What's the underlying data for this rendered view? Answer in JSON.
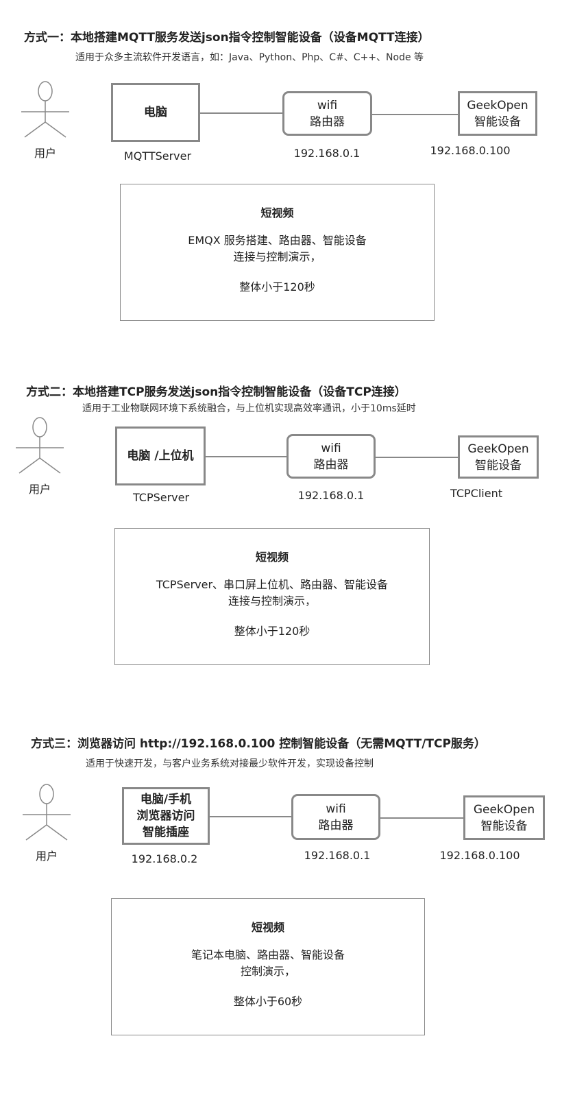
{
  "sections": [
    {
      "title": "方式一：本地搭建MQTT服务发送json指令控制智能设备（设备MQTT连接）",
      "subtitle": "适用于众多主流软件开发语言，如：Java、Python、Php、C#、C++、Node 等",
      "user": "用户",
      "computer": [
        "电脑"
      ],
      "router": [
        "wifi",
        "路由器"
      ],
      "device": [
        "GeekOpen",
        "智能设备"
      ],
      "computer_label": "MQTTServer",
      "router_label": "192.168.0.1",
      "device_label": "192.168.0.100",
      "video": {
        "title": "短视频",
        "lines": [
          "EMQX 服务搭建、路由器、智能设备",
          "连接与控制演示，"
        ],
        "duration": "整体小于120秒"
      }
    },
    {
      "title": "方式二：本地搭建TCP服务发送json指令控制智能设备（设备TCP连接）",
      "subtitle": "适用于工业物联网环境下系统融合，与上位机实现高效率通讯，小于10ms延时",
      "user": "用户",
      "computer": [
        "电脑 /上位机"
      ],
      "router": [
        "wifi",
        "路由器"
      ],
      "device": [
        "GeekOpen",
        "智能设备"
      ],
      "computer_label": "TCPServer",
      "router_label": "192.168.0.1",
      "device_label": "TCPClient",
      "video": {
        "title": "短视频",
        "lines": [
          "TCPServer、串口屏上位机、路由器、智能设备",
          "连接与控制演示，"
        ],
        "duration": "整体小于120秒"
      }
    },
    {
      "title": "方式三：浏览器访问 http://192.168.0.100  控制智能设备（无需MQTT/TCP服务）",
      "subtitle": "适用于快速开发，与客户业务系统对接最少软件开发，实现设备控制",
      "user": "用户",
      "computer": [
        "电脑/手机",
        "浏览器访问",
        "智能插座"
      ],
      "router": [
        "wifi",
        "路由器"
      ],
      "device": [
        "GeekOpen",
        "智能设备"
      ],
      "computer_label": "192.168.0.2",
      "router_label": "192.168.0.1",
      "device_label": "192.168.0.100",
      "video": {
        "title": "短视频",
        "lines": [
          "笔记本电脑、路由器、智能设备",
          "控制演示，"
        ],
        "duration": "整体小于60秒"
      }
    }
  ]
}
